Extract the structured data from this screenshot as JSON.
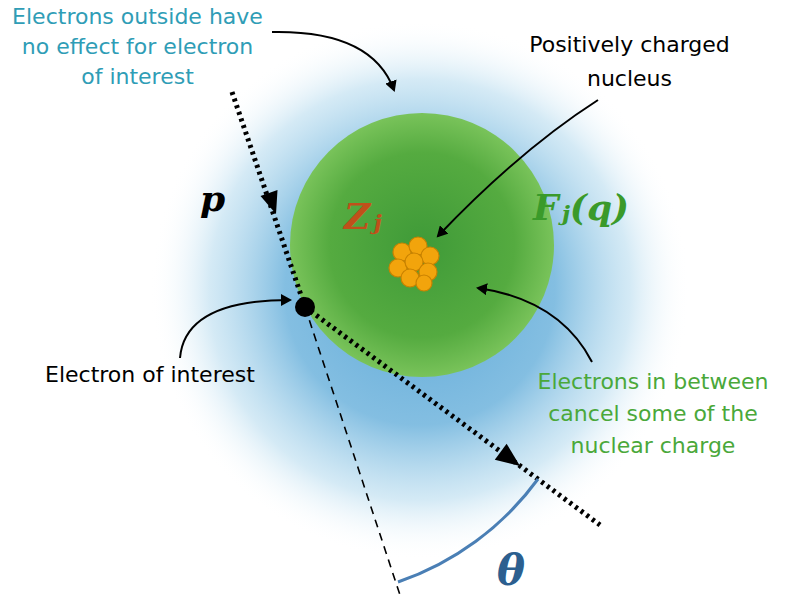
{
  "diagram": {
    "labels": [
      "Electrons outside have no effect for electron of interest",
      "Positively charged nucleus",
      "Zⱼ",
      "Fⱼ(q)",
      "p",
      "Electron of interest",
      "Electrons in between cancel some of the nuclear charge",
      "θ"
    ]
  }
}
